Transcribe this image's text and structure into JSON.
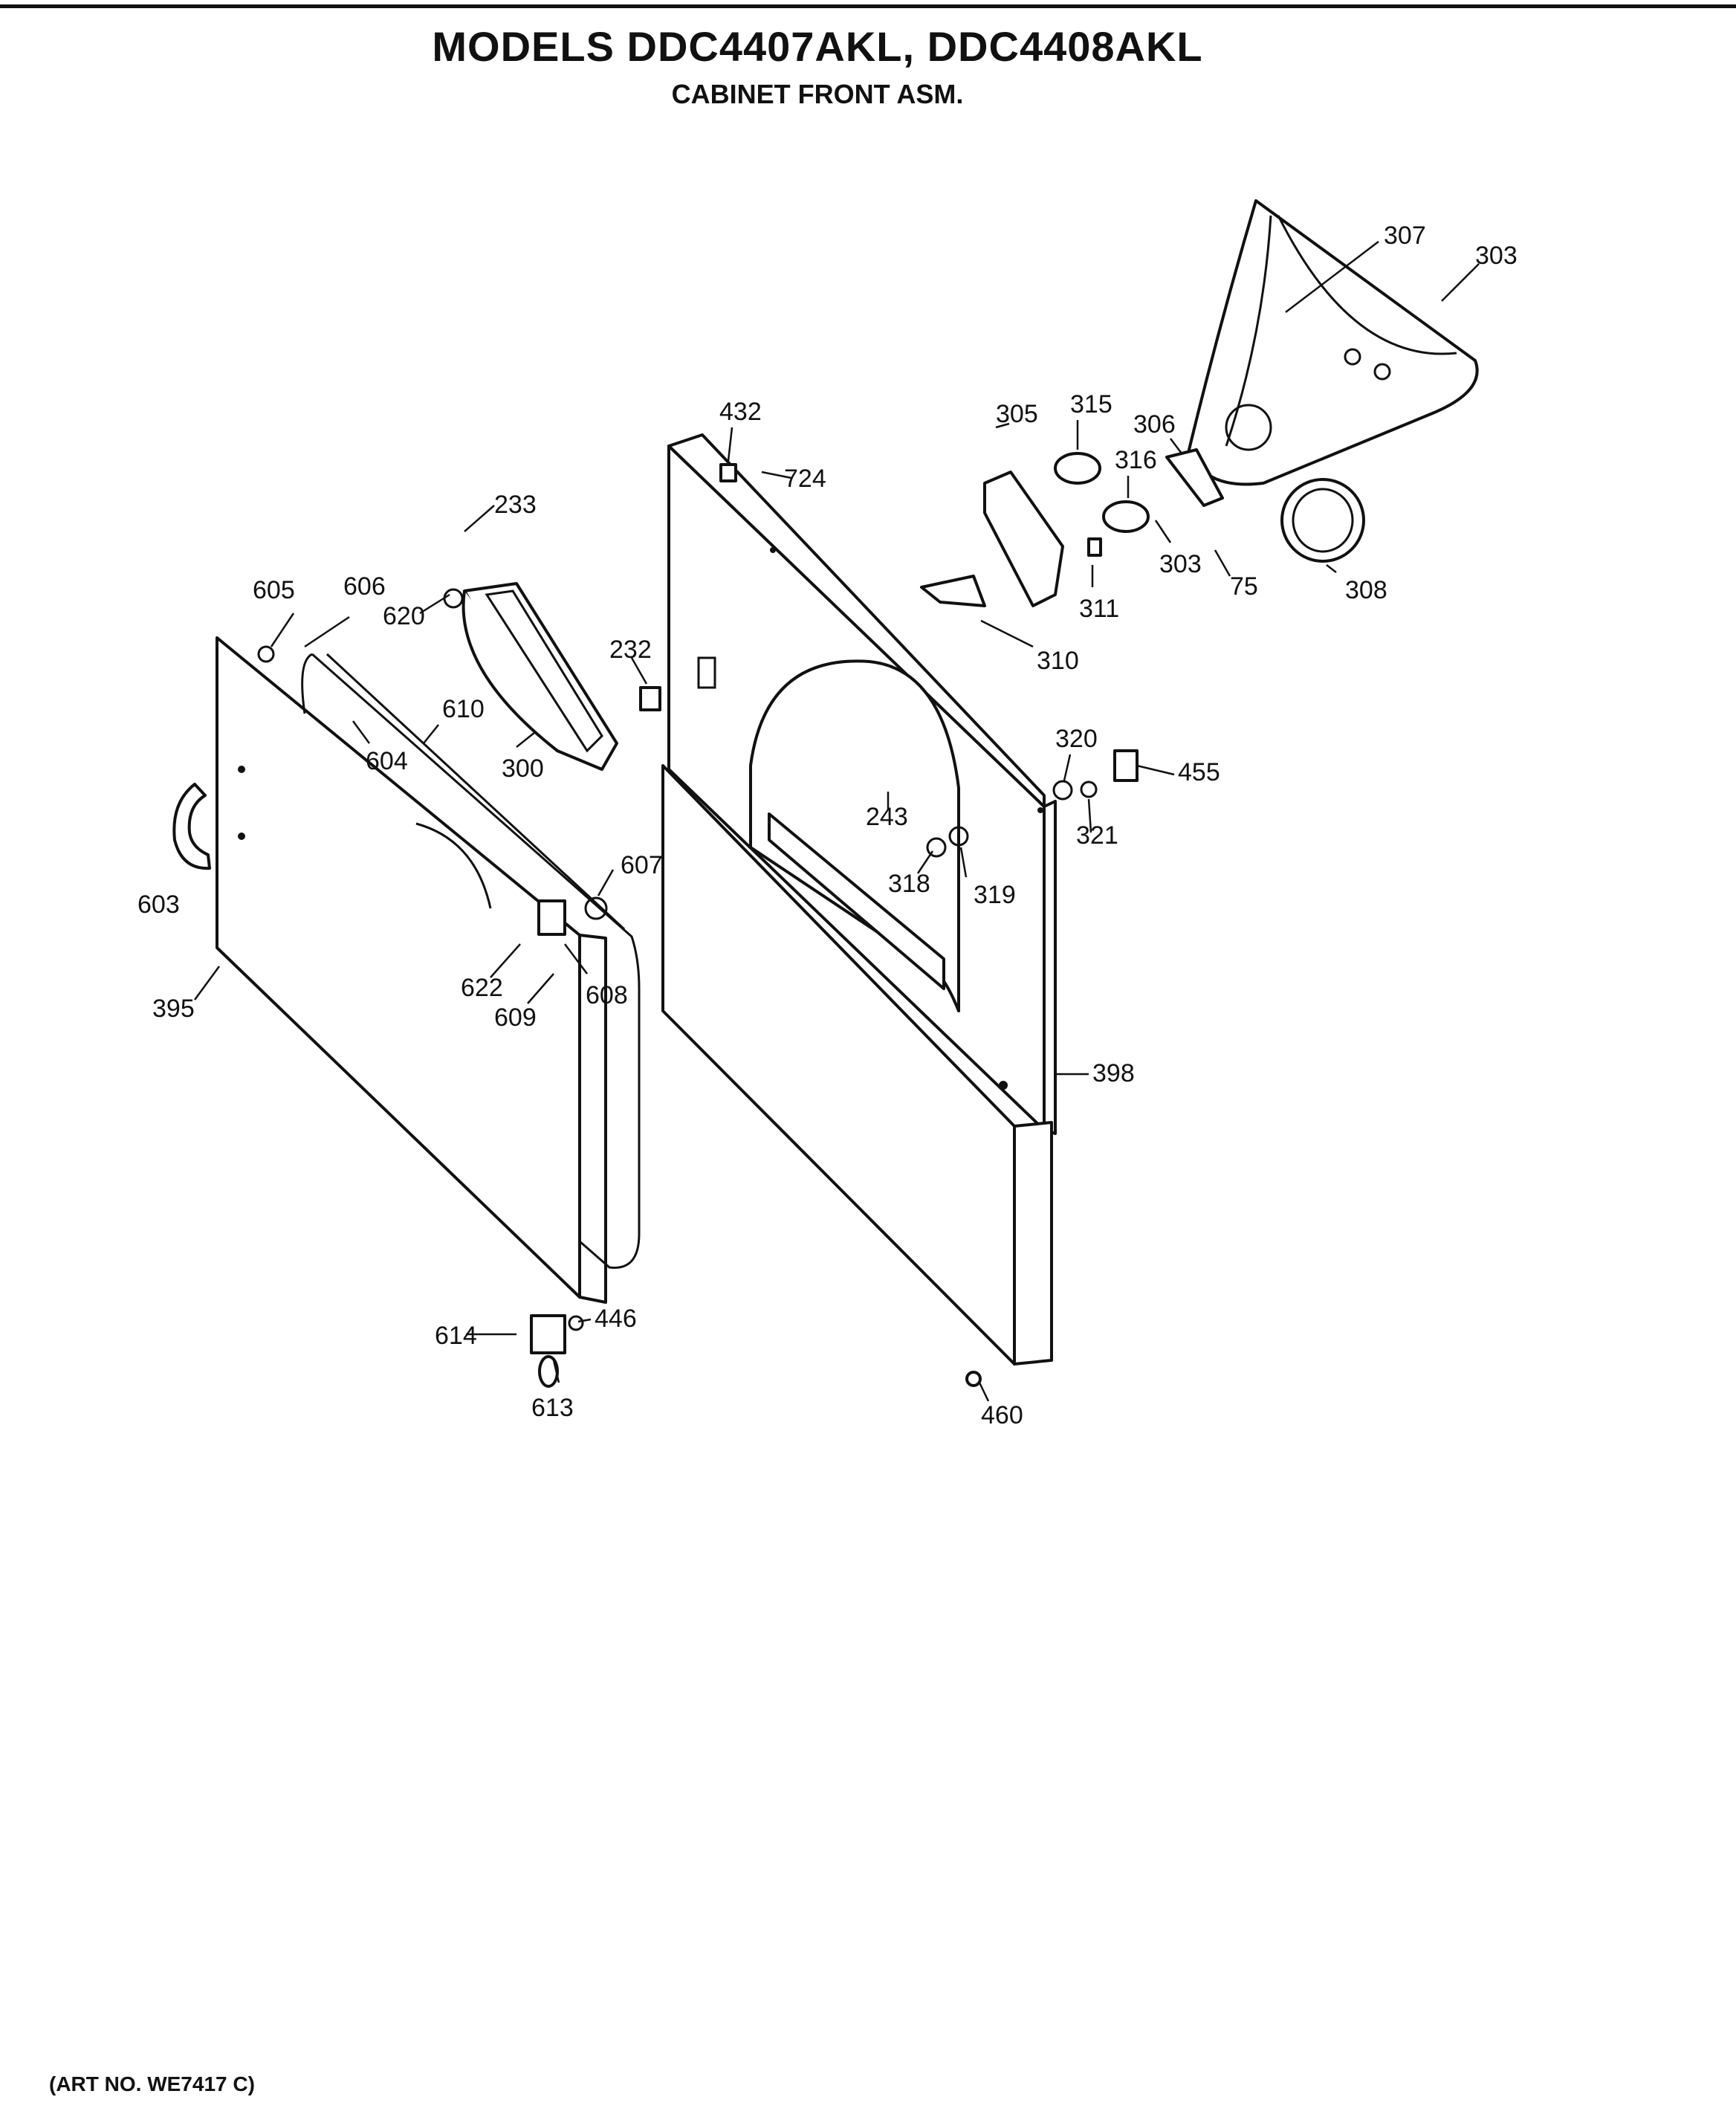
{
  "header": {
    "title": "MODELS DDC4407AKL, DDC4408AKL",
    "subtitle": "CABINET FRONT ASM."
  },
  "footer": {
    "art_no": "(ART NO. WE7417 C)"
  },
  "callouts": [
    "307",
    "303",
    "432",
    "305",
    "315",
    "306",
    "316",
    "724",
    "233",
    "303",
    "75",
    "308",
    "311",
    "605",
    "606",
    "620",
    "232",
    "310",
    "610",
    "604",
    "300",
    "320",
    "455",
    "243",
    "321",
    "607",
    "318",
    "319",
    "603",
    "622",
    "608",
    "609",
    "395",
    "398",
    "614",
    "446",
    "613",
    "460"
  ]
}
